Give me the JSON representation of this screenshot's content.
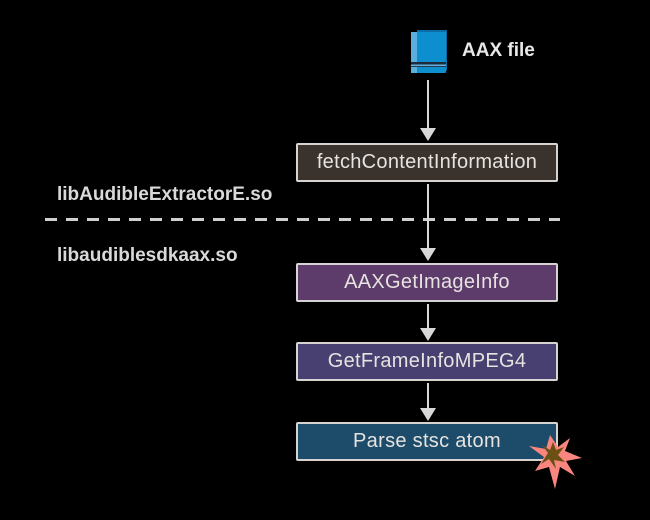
{
  "file_node": {
    "label": "AAX file",
    "icon": "book-icon"
  },
  "boundary": {
    "upper_library": "libAudibleExtractorE.so",
    "lower_library": "libaudiblesdkaax.so"
  },
  "nodes": [
    {
      "label": "fetchContentInformation",
      "bg": "#3a322c"
    },
    {
      "label": "AAXGetImageInfo",
      "bg": "#5d3b6a"
    },
    {
      "label": "GetFrameInfoMPEG4",
      "bg": "#474070"
    },
    {
      "label": "Parse stsc atom",
      "bg": "#1d4c6a"
    }
  ],
  "crash": {
    "icon": "explosion-icon"
  },
  "colors": {
    "background": "#000000",
    "node_border": "#d6d3d0",
    "node_text": "#e6e3e0",
    "label_text": "#d9d9d9",
    "arrow": "#d8d8d8",
    "divider": "#cfcfcf",
    "book_blue": "#0d8ecf",
    "book_spine": "#5caede",
    "book_pages_band": "#1d2c3a",
    "explosion_outer": "#f8867f",
    "explosion_inner": "#6a5012"
  }
}
